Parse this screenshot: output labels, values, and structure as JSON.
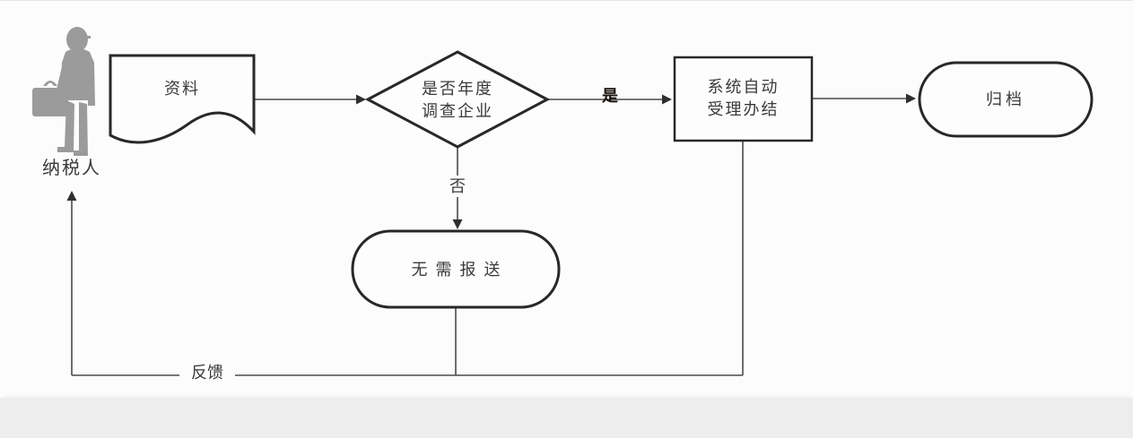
{
  "diagram": {
    "type": "flowchart",
    "actor": {
      "label": "纳税人",
      "icon": "person-with-briefcase"
    },
    "nodes": {
      "document": {
        "label": "资料",
        "shape": "document"
      },
      "decision": {
        "line1": "是否年度",
        "line2": "调查企业",
        "shape": "decision-diamond"
      },
      "process": {
        "line1": "系统自动",
        "line2": "受理办结",
        "shape": "process-rectangle"
      },
      "archive": {
        "label": "归档",
        "shape": "terminator-stadium"
      },
      "no_need": {
        "label": "无需报送",
        "shape": "terminator-stadium"
      }
    },
    "edges": {
      "yes": {
        "label": "是",
        "from": "decision",
        "to": "process"
      },
      "no": {
        "label": "否",
        "from": "decision",
        "to": "no_need"
      },
      "feedback": {
        "label": "反馈",
        "from": "process",
        "to": "actor"
      }
    },
    "colors": {
      "canvas": "#fcfcfc",
      "bottom_band": "#ededed",
      "connector": "#4a4a4a",
      "shape_border": "#282828",
      "shape_fill": "#fdfdfd",
      "text": "#3a3a3a",
      "actor_silhouette": "#9b9b9b"
    }
  }
}
